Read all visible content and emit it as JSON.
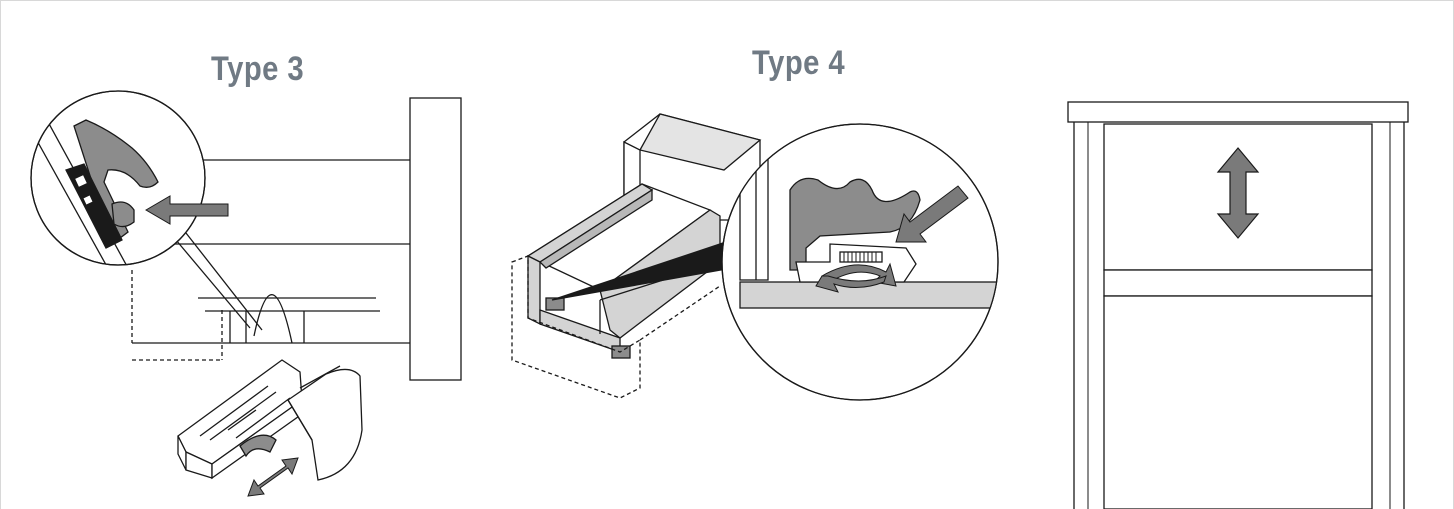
{
  "panels": {
    "type3": {
      "title": "Type 3"
    },
    "type4": {
      "title": "Type 4"
    }
  },
  "colors": {
    "border": "#d8d8d8",
    "title": "#707a84",
    "line": "#1a1a1a",
    "fill_gray": "#8c8c8c",
    "fill_light": "#d4d4d4",
    "fill_dark": "#1a1a1a"
  },
  "icons": [
    "zoom-callout",
    "arrow-push-icon",
    "rotate-arrows-icon",
    "double-arrow-vertical-icon",
    "double-arrow-diagonal-icon"
  ]
}
